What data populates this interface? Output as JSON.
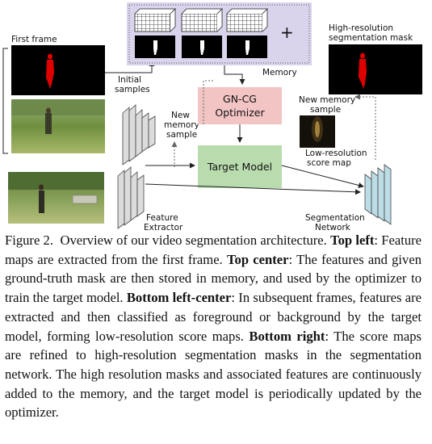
{
  "labels": {
    "first_frame": "First frame",
    "initial_samples_1": "Initial",
    "initial_samples_2": "samples",
    "new_mem_left_1": "New",
    "new_mem_left_2": "memory",
    "new_mem_left_3": "sample",
    "memory": "Memory",
    "plus": "+",
    "hr_mask_1": "High-resolution",
    "hr_mask_2": "segmentation mask",
    "optimizer_1": "GN-CG",
    "optimizer_2": "Optimizer",
    "target_model": "Target Model",
    "new_mem_right_1": "New memory",
    "new_mem_right_2": "sample",
    "lr_score_1": "Low-resolution",
    "lr_score_2": "score map",
    "feature_extractor_1": "Feature",
    "feature_extractor_2": "Extractor",
    "seg_net_1": "Segmentation",
    "seg_net_2": "Network"
  },
  "colors": {
    "memory_bg": "#d9d3ec",
    "optimizer_fill": "#f2c4c4",
    "target_fill": "#b9dcae",
    "extractor_fill": "#dcdcdc",
    "segnet_fill": "#bcdde6",
    "mask_red": "#e00000"
  },
  "caption": {
    "figure": "Figure 2.",
    "intro": "Overview of our video segmentation architecture.",
    "top_left_head": "Top left",
    "top_left_text": ": Feature maps are extracted from the first frame.",
    "top_center_head": "Top center",
    "top_center_text": ": The features and given ground-truth mask are then stored in memory, and used by the optimizer to train the target model.",
    "bottom_left_head": "Bottom left-center",
    "bottom_left_text": ": In subsequent frames, features are extracted and then classified as foreground or background by the target model, forming low-resolution score maps.",
    "bottom_right_head": "Bottom right",
    "bottom_right_text": ": The score maps are refined to high-resolution segmentation masks in the segmentation network. The high resolution masks and associated features are continuously added to the memory, and the target model is periodically updated by the optimizer."
  }
}
